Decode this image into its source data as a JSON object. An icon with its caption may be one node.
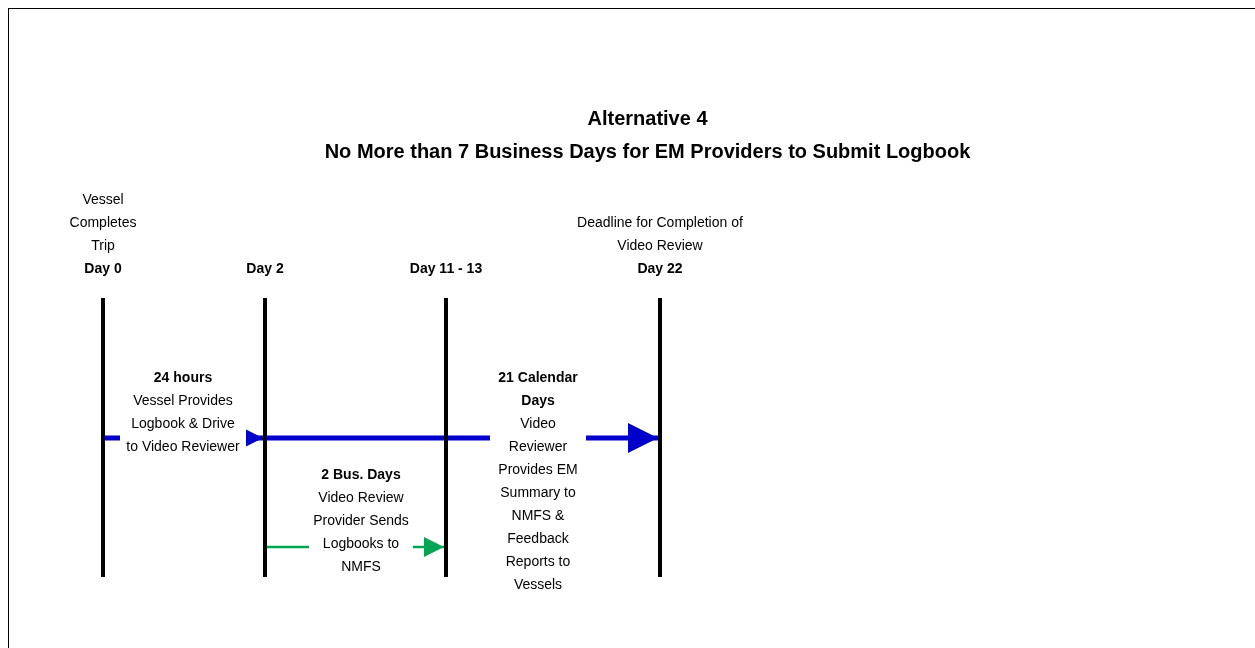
{
  "diagram": {
    "title": "Alternative 4",
    "nodes": [
      {
        "text": [
          "Vessel Completes Trip",
          "Day 0"
        ]
      },
      {
        "text": [
          "Day 2"
        ]
      },
      {
        "text": [
          "Day 11 - 13"
        ]
      },
      {
        "text": [
          "Deadline for Completion of Video Review",
          "Day 22"
        ]
      }
    ],
    "edges": [
      {
        "from": 0,
        "to": 1,
        "arrow": "to",
        "color": "#0000cc",
        "label": "**24 hours** Vessel Provides Logbook & Drive to Video Reviewer"
      },
      {
        "from": 1,
        "to": 3,
        "arrow": "to",
        "color": "#0000cc",
        "label": "**21 Calendar Days** Video Reviewer Provides EM Summary to NMFS & Feedback Reports to Vessels"
      },
      {
        "from": 1,
        "to": 2,
        "arrow": "to",
        "color": "#00a651",
        "label": "**2 Bus. Days** Video Review Provider Sends Logbooks to NMFS"
      }
    ],
    "labels": [
      "No More than 7 Business Days for EM Providers to Submit Logbook"
    ]
  }
}
